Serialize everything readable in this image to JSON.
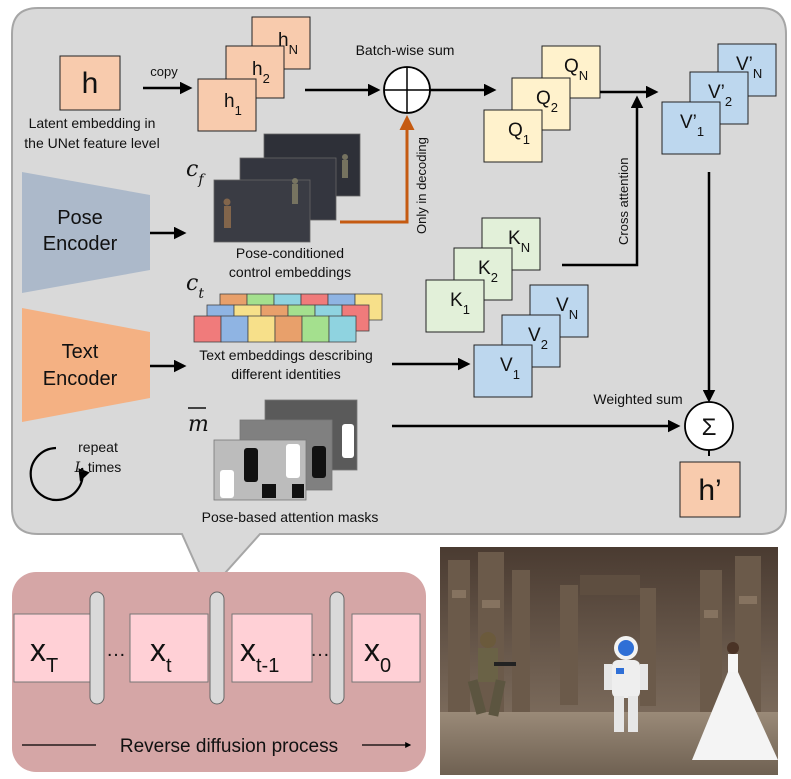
{
  "top_panel": {
    "h_box": "h",
    "latent_caption_1": "Latent embedding in",
    "latent_caption_2": "the UNet feature level",
    "copy_label": "copy",
    "h_stack": {
      "base": "h",
      "subs": [
        "1",
        "2",
        "N"
      ]
    },
    "batch_sum_label": "Batch-wise sum",
    "decoding_label": "Only in decoding",
    "q_stack": {
      "base": "Q",
      "subs": [
        "1",
        "2",
        "N"
      ]
    },
    "cross_attention_label": "Cross attention",
    "v_prime_stack": {
      "base": "V’",
      "subs": [
        "1",
        "2",
        "N"
      ]
    },
    "cf_symbol_base": "c",
    "cf_symbol_sub": "f",
    "pose_encoder_line1": "Pose",
    "pose_encoder_line2": "Encoder",
    "pose_caption_1": "Pose-conditioned",
    "pose_caption_2": "control embeddings",
    "ct_symbol_base": "c",
    "ct_symbol_sub": "t",
    "k_stack": {
      "base": "K",
      "subs": [
        "1",
        "2",
        "N"
      ]
    },
    "v_stack": {
      "base": "V",
      "subs": [
        "1",
        "2",
        "N"
      ]
    },
    "text_encoder_line1": "Text",
    "text_encoder_line2": "Encoder",
    "text_caption_1": "Text embeddings describing",
    "text_caption_2": "different identities",
    "weighted_sum_label": "Weighted sum",
    "sigma_symbol": "Σ",
    "m_symbol": "m",
    "mask_caption": "Pose-based attention masks",
    "repeat_line1": "repeat",
    "repeat_line2_var": "L",
    "repeat_line2_rest": " times",
    "h_prime_box": "h’",
    "embedding_colors": [
      "#f07b7b",
      "#8fb4e3",
      "#f7e08a",
      "#e8a06b",
      "#a4e08e",
      "#8fd3e0"
    ]
  },
  "bottom_panel": {
    "x_boxes": [
      {
        "base": "x",
        "sub": "T"
      },
      {
        "base": "x",
        "sub": "t"
      },
      {
        "base": "x",
        "sub": "t-1"
      },
      {
        "base": "x",
        "sub": "0"
      }
    ],
    "ellipsis": "…",
    "process_label": "Reverse diffusion process"
  },
  "colors": {
    "panel_gray": "#d9d9d9",
    "panel_border": "#a6a6a6",
    "salmon": "#f8cbad",
    "yellow": "#fff2cc",
    "green": "#e2f0d9",
    "blue": "#bdd7ee",
    "pose_encoder": "#acb9ca",
    "text_encoder": "#f4b183",
    "orange_arrow": "#c55a11",
    "bottom_panel": "#d5a6a6",
    "x_box": "#ffd0d6"
  }
}
